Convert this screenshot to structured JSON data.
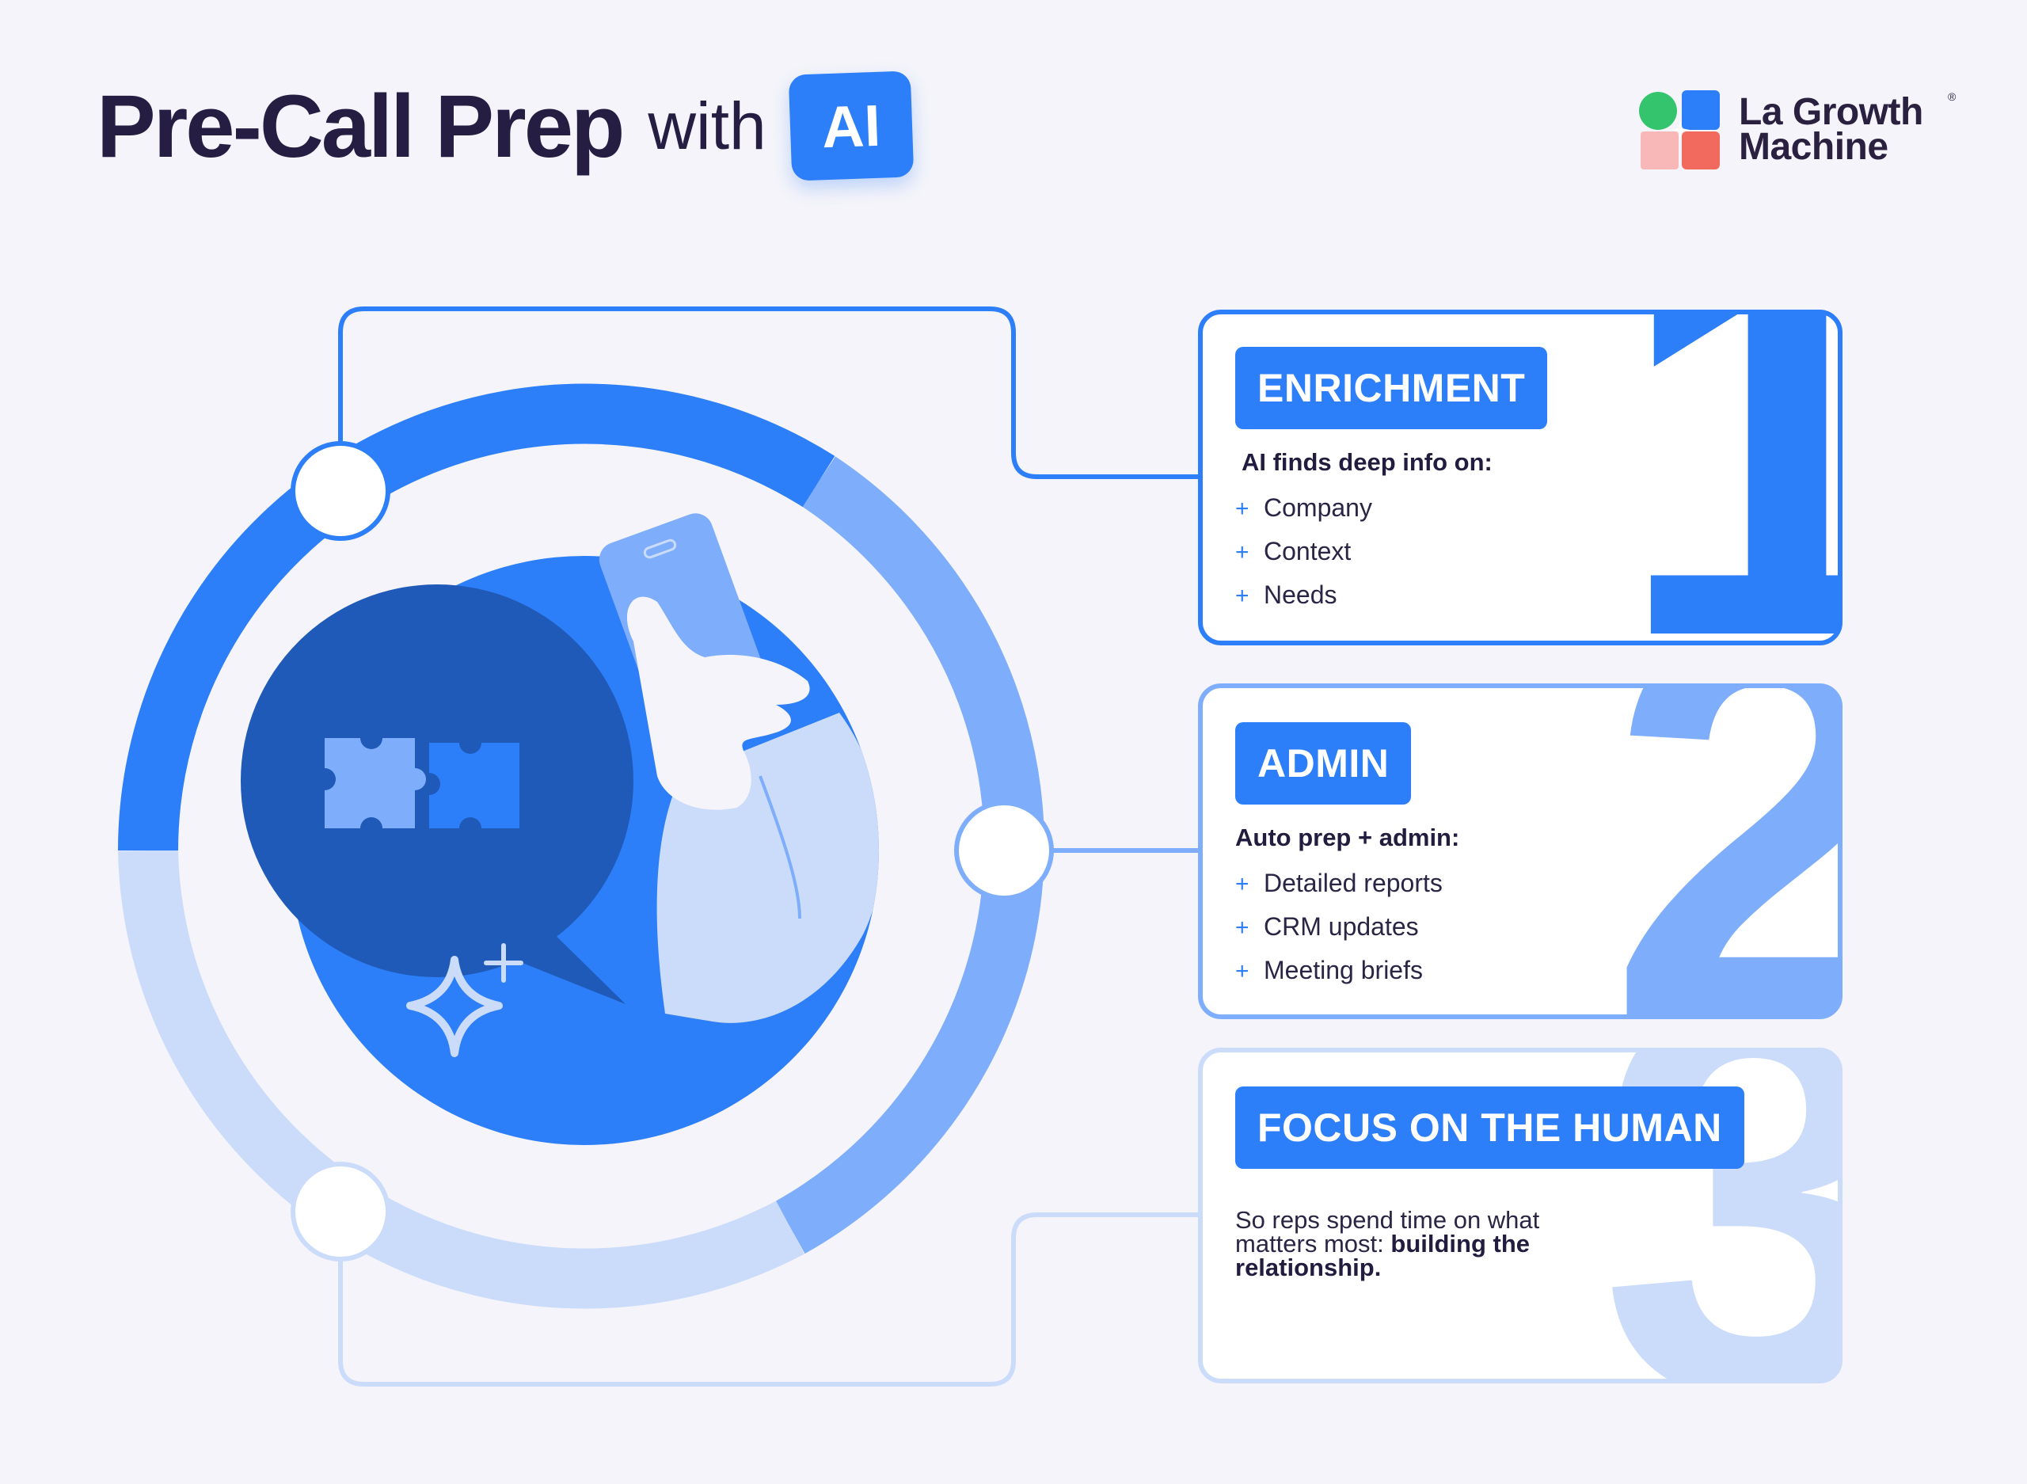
{
  "header": {
    "title_main": "Pre-Call Prep",
    "title_with": "with",
    "ai_badge": "AI"
  },
  "brand": {
    "name_line1": "La Growth",
    "name_line2": "Machine",
    "registered_mark": "®"
  },
  "steps": [
    {
      "number": "1",
      "label": "ENRICHMENT",
      "heading": "AI finds deep info on:",
      "items": [
        "Company",
        "Context",
        "Needs"
      ]
    },
    {
      "number": "2",
      "label": "ADMIN",
      "heading": "Auto prep + admin:",
      "items": [
        "Detailed reports",
        "CRM updates",
        "Meeting briefs"
      ]
    },
    {
      "number": "3",
      "label": "FOCUS ON THE HUMAN",
      "body": "So reps spend time on what matters most:",
      "body_bold": "building the relationship."
    }
  ],
  "icons": {
    "list_bullet": "+",
    "illustration": "puzzle-speech-bubble-phone-icon",
    "sparkle": "sparkle-icon"
  },
  "colors": {
    "background": "#f4f4fa",
    "primary": "#2d7ef9",
    "dark_blue": "#1f5ab8",
    "mid_blue": "#7eaefb",
    "light_blue": "#cbdcfa",
    "text_dark": "#221c3f",
    "logo_green": "#34c46e",
    "logo_pink": "#f8b8b8",
    "logo_red": "#f26a5e"
  }
}
